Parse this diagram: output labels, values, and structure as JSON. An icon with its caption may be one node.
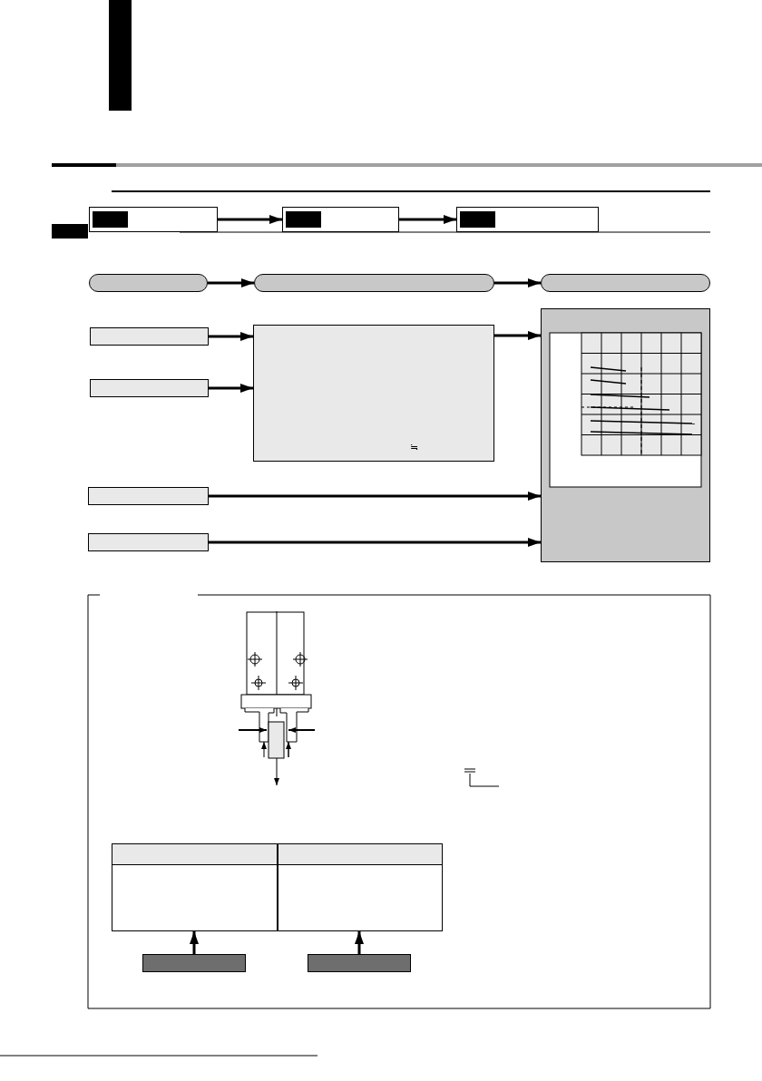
{
  "diagram": {
    "nodes": [
      {
        "text": [],
        "shape": "box"
      },
      {
        "text": [],
        "shape": "box"
      },
      {
        "text": [],
        "shape": "box"
      },
      {
        "text": [],
        "shape": "box"
      },
      {
        "text": [],
        "shape": "box"
      },
      {
        "text": [],
        "shape": "box"
      },
      {
        "text": [],
        "shape": "box"
      },
      {
        "text": [],
        "shape": "box"
      },
      {
        "text": [
          "≒"
        ]
      },
      {
        "text": [],
        "shape": "box"
      },
      {
        "text": [],
        "shape": "box"
      },
      {
        "text": [],
        "shape": "box"
      },
      {
        "text": [],
        "shape": "box"
      },
      {
        "text": [],
        "shape": "box"
      },
      {
        "text": [],
        "shape": "box"
      },
      {
        "text": [],
        "shape": "box"
      }
    ],
    "edges": [
      {
        "from": 0,
        "to": 1,
        "arrow": "to"
      },
      {
        "from": 1,
        "to": 2,
        "arrow": "to"
      },
      {
        "from": 3,
        "to": 4,
        "arrow": "to"
      },
      {
        "from": 4,
        "to": 5,
        "arrow": "to"
      },
      {
        "from": 6,
        "to": 8,
        "arrow": "to"
      },
      {
        "from": 7,
        "to": 8,
        "arrow": "to"
      },
      {
        "from": 8,
        "to": 11,
        "arrow": "to"
      },
      {
        "from": 9,
        "to": 11,
        "arrow": "to"
      },
      {
        "from": 10,
        "to": 11,
        "arrow": "to"
      },
      {
        "from": 14,
        "to": 12,
        "arrow": "to"
      },
      {
        "from": 15,
        "to": 13,
        "arrow": "to"
      }
    ]
  }
}
